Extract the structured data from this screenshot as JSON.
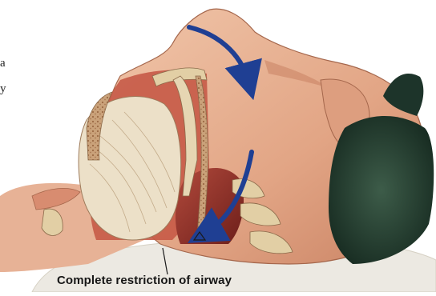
{
  "figure": {
    "left_text_fragments": [
      "a",
      "y"
    ],
    "caption": "Complete restriction of airway"
  },
  "colors": {
    "skin": "#e9b89a",
    "skin_shadow": "#c98263",
    "throat_dark": "#8c2b25",
    "bone": "#e2cfa5",
    "bone_texture": "#b9865c",
    "tongue": "#ece0c8",
    "hair": "#2b4a3a",
    "pillow": "#ece9e2",
    "arrow": "#1f3f93"
  },
  "icons": {
    "airflow_nose": "curved-down-arrow",
    "airflow_throat": "curved-down-arrow"
  }
}
